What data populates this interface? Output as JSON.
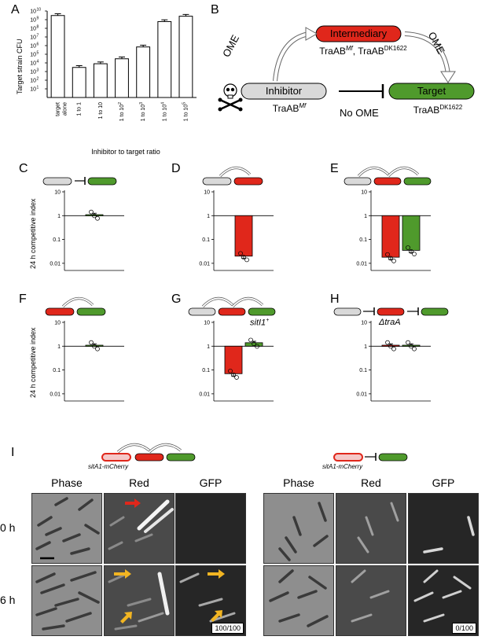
{
  "panels": {
    "A": "A",
    "B": "B",
    "C": "C",
    "D": "D",
    "E": "E",
    "F": "F",
    "G": "G",
    "H": "H",
    "I": "I"
  },
  "panelA": {
    "ylabel": "Target strain CFU",
    "xlabel": "Inhibitor to target ratio",
    "ytick_base": "10",
    "ytick_exps": [
      "10",
      "9",
      "8",
      "7",
      "6",
      "5",
      "4",
      "3",
      "2",
      "1"
    ],
    "cat_main": [
      "target",
      "1 to 1",
      "1 to 10",
      "1 to 10",
      "1 to 10",
      "1 to 10",
      "1 to 10"
    ],
    "cat_sub": [
      "alone",
      "",
      "",
      "",
      "",
      "",
      ""
    ],
    "cat_exp": [
      "",
      "",
      "",
      "2",
      "3",
      "4",
      "5"
    ]
  },
  "panelB": {
    "intermediary": "Intermediary",
    "inhibitor": "Inhibitor",
    "target": "Target",
    "ome_left": "OME",
    "ome_right": "OME",
    "no_ome": "No OME",
    "inter_sub_1": "TraAB",
    "inter_sup_1": "Mf",
    "inter_sub_2": ", TraAB",
    "inter_sup_2": "DK1622",
    "inhib_sub": "TraAB",
    "inhib_sup": "Mf",
    "target_sub": "TraAB",
    "target_sup": "DK1622",
    "colors": {
      "intermediary": "#e0271b",
      "target": "#4f9a2c",
      "inhibitor": "#d9d9d9"
    }
  },
  "competitive": {
    "ylabel": "24 h competitive index",
    "yticks": [
      "10",
      "1",
      "0.1",
      "0.01"
    ]
  },
  "panelG": {
    "label": "sitI1",
    "sup": "+"
  },
  "panelH": {
    "label": "ΔtraA"
  },
  "panelI": {
    "left_strain": "sitA1-mCherry",
    "right_strain": "sitA1-mCherry",
    "col_phase": "Phase",
    "col_red": "Red",
    "col_gfp": "GFP",
    "row_0h": "0 h",
    "row_6h": "6 h",
    "count_left": "100/100",
    "count_right": "0/100"
  },
  "chart_data": [
    {
      "type": "bar",
      "panel": "A",
      "categories": [
        "target alone",
        "1 to 1",
        "1 to 10",
        "1 to 10^2",
        "1 to 10^3",
        "1 to 10^4",
        "1 to 10^5"
      ],
      "values": [
        3000000000,
        3000,
        8000,
        30000,
        700000,
        600000000,
        2500000000
      ],
      "ylabel": "Target strain CFU",
      "xlabel": "Inhibitor to target ratio",
      "yscale": "log",
      "ylim": [
        1,
        10000000000
      ]
    },
    {
      "type": "bar",
      "panel": "C",
      "yscale": "log",
      "ylim": [
        0.005,
        10
      ],
      "ylabel": "24 h competitive index",
      "series": [
        {
          "values": [
            1.1
          ],
          "color": "#4f9a2c"
        }
      ]
    },
    {
      "type": "bar",
      "panel": "D",
      "yscale": "log",
      "ylim": [
        0.005,
        10
      ],
      "series": [
        {
          "values": [
            0.02
          ],
          "color": "#e0271b"
        }
      ]
    },
    {
      "type": "bar",
      "panel": "E",
      "yscale": "log",
      "ylim": [
        0.005,
        10
      ],
      "series": [
        {
          "values": [
            0.018
          ],
          "color": "#e0271b"
        },
        {
          "values": [
            0.035
          ],
          "color": "#4f9a2c"
        }
      ]
    },
    {
      "type": "bar",
      "panel": "F",
      "yscale": "log",
      "ylim": [
        0.005,
        10
      ],
      "ylabel": "24 h competitive index",
      "series": [
        {
          "values": [
            1.1
          ],
          "color": "#4f9a2c"
        }
      ]
    },
    {
      "type": "bar",
      "panel": "G",
      "yscale": "log",
      "ylim": [
        0.005,
        10
      ],
      "series": [
        {
          "values": [
            0.07
          ],
          "color": "#e0271b"
        },
        {
          "values": [
            1.4
          ],
          "color": "#4f9a2c"
        }
      ]
    },
    {
      "type": "bar",
      "panel": "H",
      "yscale": "log",
      "ylim": [
        0.005,
        10
      ],
      "series": [
        {
          "values": [
            1.1
          ],
          "color": "#e0271b"
        },
        {
          "values": [
            1.1
          ],
          "color": "#4f9a2c"
        }
      ]
    }
  ]
}
